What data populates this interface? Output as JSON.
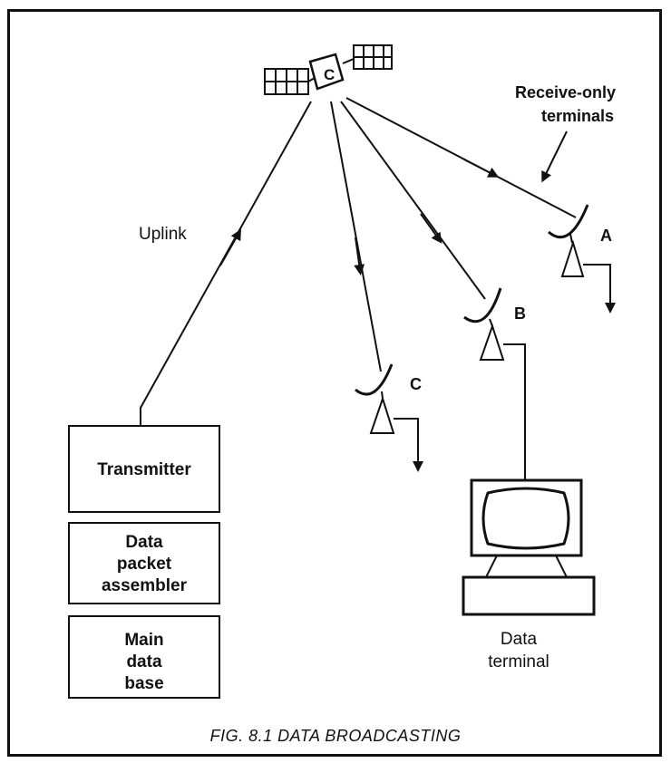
{
  "satellite": {
    "label": "C"
  },
  "annotations": {
    "uplink": "Uplink",
    "receive_only": [
      "Receive-only",
      "terminals"
    ]
  },
  "terminals": {
    "a": "A",
    "b": "B",
    "c": "C"
  },
  "blocks": {
    "transmitter": [
      "Transmitter"
    ],
    "assembler": [
      "Data",
      "packet",
      "assembler"
    ],
    "database": [
      "Main",
      "data",
      "base"
    ]
  },
  "data_terminal": [
    "Data",
    "terminal"
  ],
  "caption": "FIG. 8.1 DATA BROADCASTING"
}
